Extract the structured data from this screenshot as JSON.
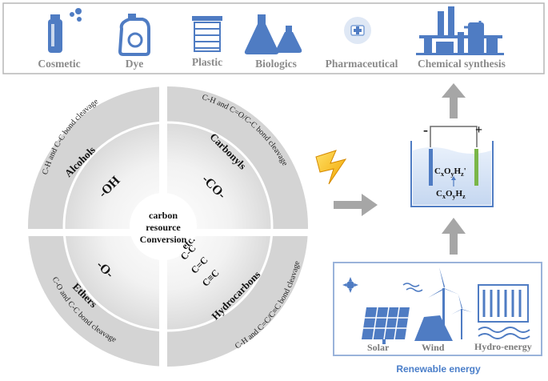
{
  "applications": {
    "items": [
      {
        "label": "Cosmetic",
        "icon": "cosmetic-bottle-icon"
      },
      {
        "label": "Dye",
        "icon": "detergent-jug-icon"
      },
      {
        "label": "Plastic",
        "icon": "plastic-container-icon"
      },
      {
        "label": "Biologics",
        "icon": "lab-flask-icon"
      },
      {
        "label": "Pharmaceutical",
        "icon": "medical-cross-icon"
      },
      {
        "label": "Chemical synthesis",
        "icon": "chemical-plant-icon"
      }
    ]
  },
  "wheel": {
    "center": {
      "line1": "carbon",
      "line2": "resource",
      "line3": "Conversion"
    },
    "quadrants": {
      "alcohols": {
        "name": "Alcohols",
        "group": "-OH",
        "outer": "C-H and C-C bond cleavage"
      },
      "carbonyls": {
        "name": "Carbonyls",
        "group": "-CO-",
        "outer": "C-H and C=O/C-C bond cleavage"
      },
      "ethers": {
        "name": "Ethers",
        "group": "-O-",
        "outer": "C-O and C-C bond cleavage"
      },
      "hydrocarbons": {
        "name": "Hydrocarbons",
        "groups": [
          "C-C",
          "C=C",
          "C≡C",
          "etc."
        ],
        "outer": "C-H and C=C/C≡C bond cleavage"
      }
    }
  },
  "cell": {
    "minus": "-",
    "plus": "+",
    "product": "CxOyHz'",
    "reactant": "CxOyHz"
  },
  "renewable": {
    "title": "Renewable energy",
    "sources": [
      "Solar",
      "Wind",
      "Hydro-energy"
    ]
  },
  "colors": {
    "icon_blue": "#4f7cc3",
    "frame_blue": "#9ab3da",
    "arrow_gray": "#a6a6a6",
    "wheel_gray": "#d6d6d6",
    "title_blue": "#4a7ec9"
  }
}
